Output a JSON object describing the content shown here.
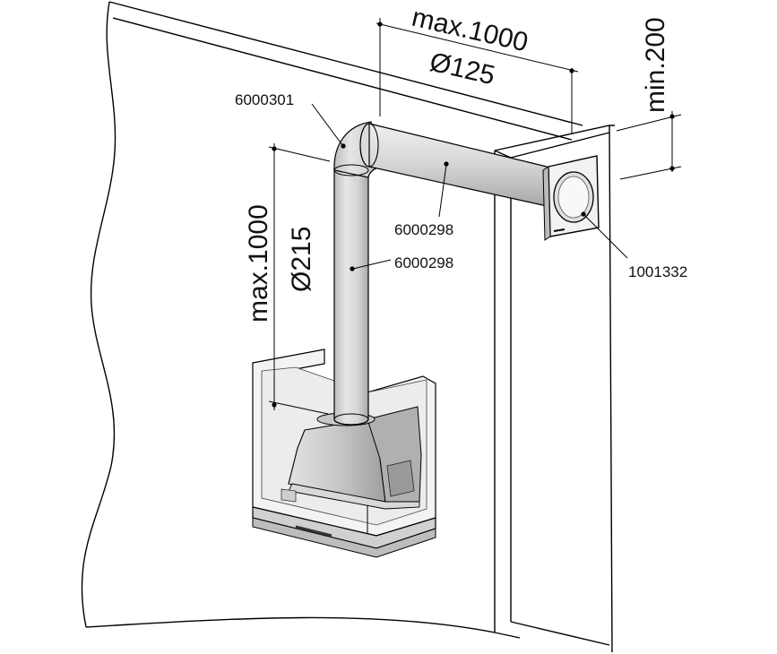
{
  "dimensions": {
    "horizontal_length": "max.1000",
    "horizontal_diameter": "Ø125",
    "vertical_length": "max.1000",
    "vertical_diameter": "Ø215",
    "wall_offset": "min.200"
  },
  "parts": {
    "elbow": "6000301",
    "horizontal_duct": "6000298",
    "vertical_duct": "6000298",
    "wall_outlet": "1001332"
  },
  "colors": {
    "line": "#000000",
    "duct_fill": "#d6d6d6",
    "hood_fill": "#c4c4c4",
    "glass_fill": "#ebebeb"
  }
}
